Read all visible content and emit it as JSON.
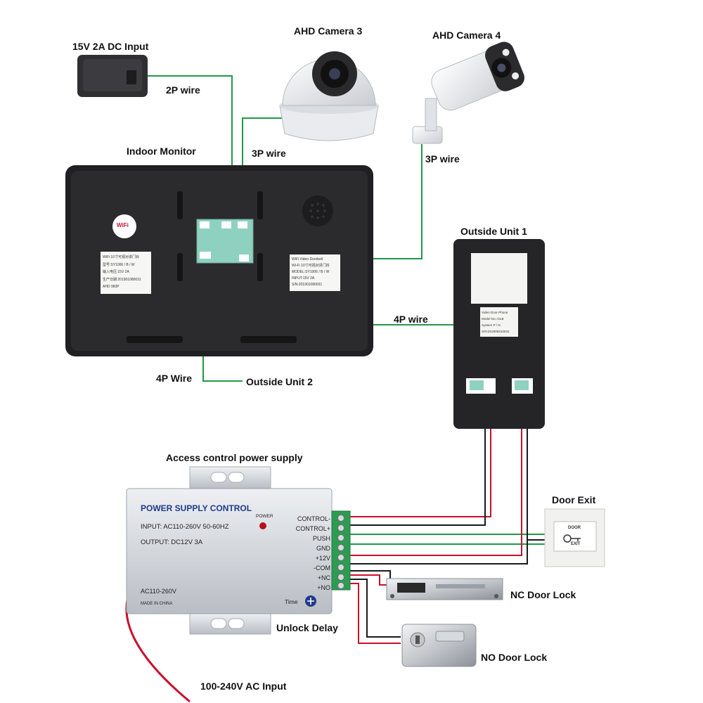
{
  "labels": {
    "dc_input": "15V 2A DC  Input",
    "wire_2p": "2P wire",
    "cam3": "AHD Camera 3",
    "cam4": "AHD Camera 4",
    "wire_3p_a": "3P wire",
    "wire_3p_b": "3P wire",
    "indoor_monitor": "Indoor Monitor",
    "outside_unit_1": "Outside Unit 1",
    "wire_4p": "4P wire",
    "wire_4p_b": "4P Wire",
    "outside_unit_2": "Outside Unit 2",
    "access_psu": "Access control power supply",
    "door_exit": "Door Exit",
    "nc_lock": "NC Door Lock",
    "unlock_delay": "Unlock Delay",
    "no_lock": "NO Door Lock",
    "ac_input": "100-240V  AC Input"
  },
  "psu": {
    "title": "POWER SUPPLY CONTROL",
    "input": "INPUT: AC110-260V 50-60HZ",
    "output": "OUTPUT:  DC12V   3A",
    "power": "POWER",
    "ac_range": "AC110-260V",
    "made": "MADE IN CHINA",
    "time": "Time",
    "terminals": [
      "CONTROL-",
      "CONTROL+",
      "PUSH",
      "GND",
      "+12V",
      "-COM",
      "+NC",
      "+NO"
    ]
  },
  "monitor": {
    "wifi": "WiFi",
    "sticker_left": [
      "WiFi 10寸可视对讲门铃",
      "型号:SY1006 / B / W",
      "输入电压:15V 2A",
      "生产日期:201901080031",
      "AHD 960P"
    ],
    "sticker_right": [
      "WiFi Video Doorbell",
      "Wi-Fi 10寸可视对讲门铃",
      "MODEL:SY1006 / B / W",
      "INPUT:15V 2A",
      "S/N:201901080031"
    ]
  },
  "door_exit_button": {
    "line1": "DOOR",
    "line2": "EXIT"
  },
  "outside_unit_sticker": [
    "Video Door Phone",
    "Model No.:GLB",
    "System P / N",
    "S/N:201908310031"
  ],
  "colors": {
    "green_wire": "#1f9a4a",
    "red_wire": "#c8102e",
    "black_wire": "#1a1a1a",
    "psu_title": "#1e3a8a"
  }
}
